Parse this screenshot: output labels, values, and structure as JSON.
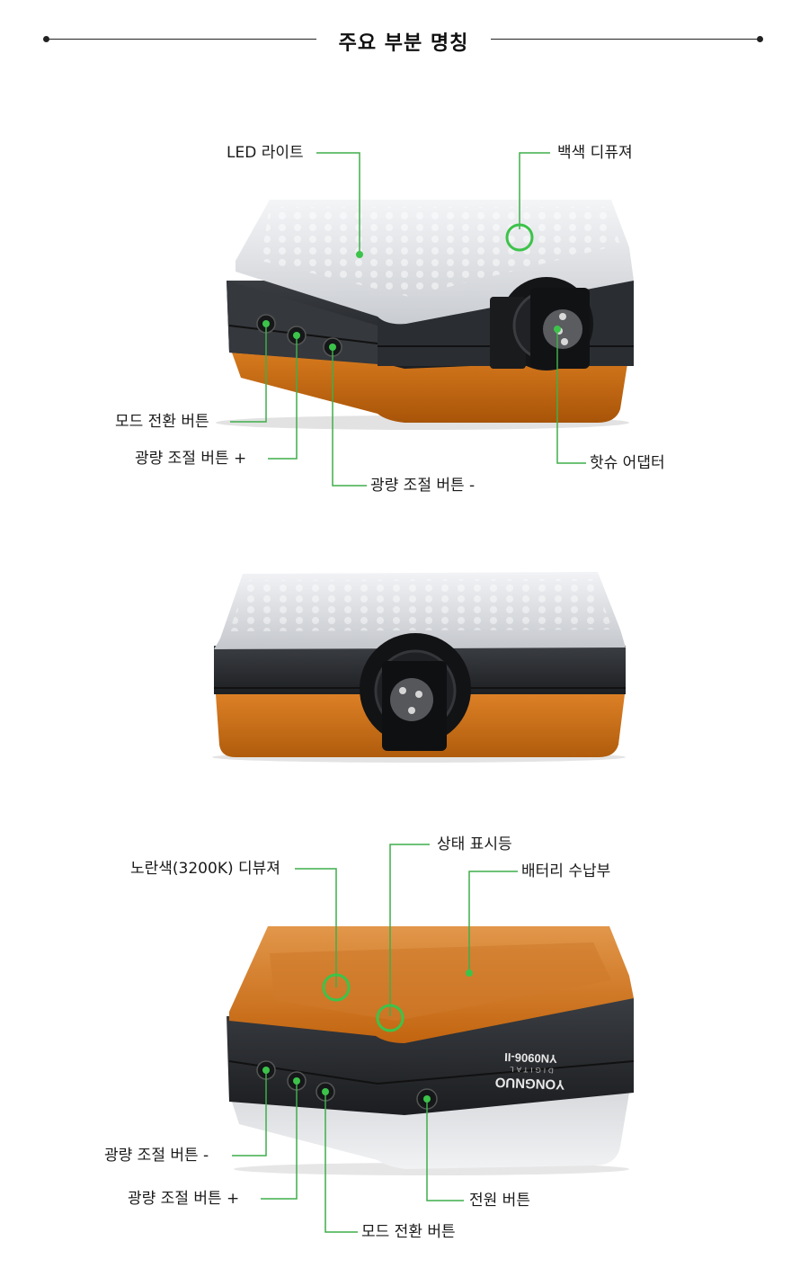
{
  "header": {
    "title": "주요 부분 명칭"
  },
  "colors": {
    "accent_green": "#3cc34a",
    "leader_green": "#3fae4a",
    "body_black": "#2c2f33",
    "amber": "#c8650f",
    "diffuser_white": "#e9ebee"
  },
  "section1": {
    "labels": {
      "led_light": "LED 라이트",
      "white_diffuser": "백색 디퓨져",
      "mode_switch": "모드 전환 버튼",
      "brightness_plus": "광량 조절 버튼 +",
      "brightness_minus": "광량 조절 버튼 -",
      "hotshoe_adapter": "핫슈 어댑터"
    }
  },
  "section3": {
    "labels": {
      "yellow_diffuser": "노란색(3200K) 디뷰져",
      "status_indicator": "상태 표시등",
      "battery_compartment": "배터리 수납부",
      "brightness_minus": "광량 조절 버튼 -",
      "brightness_plus": "광량 조절 버튼 +",
      "mode_switch": "모드 전환 버튼",
      "power_button": "전원 버튼"
    },
    "product_brand": "YONGNUO",
    "product_sub": "DIGITAL",
    "product_model": "YN0906-II"
  }
}
